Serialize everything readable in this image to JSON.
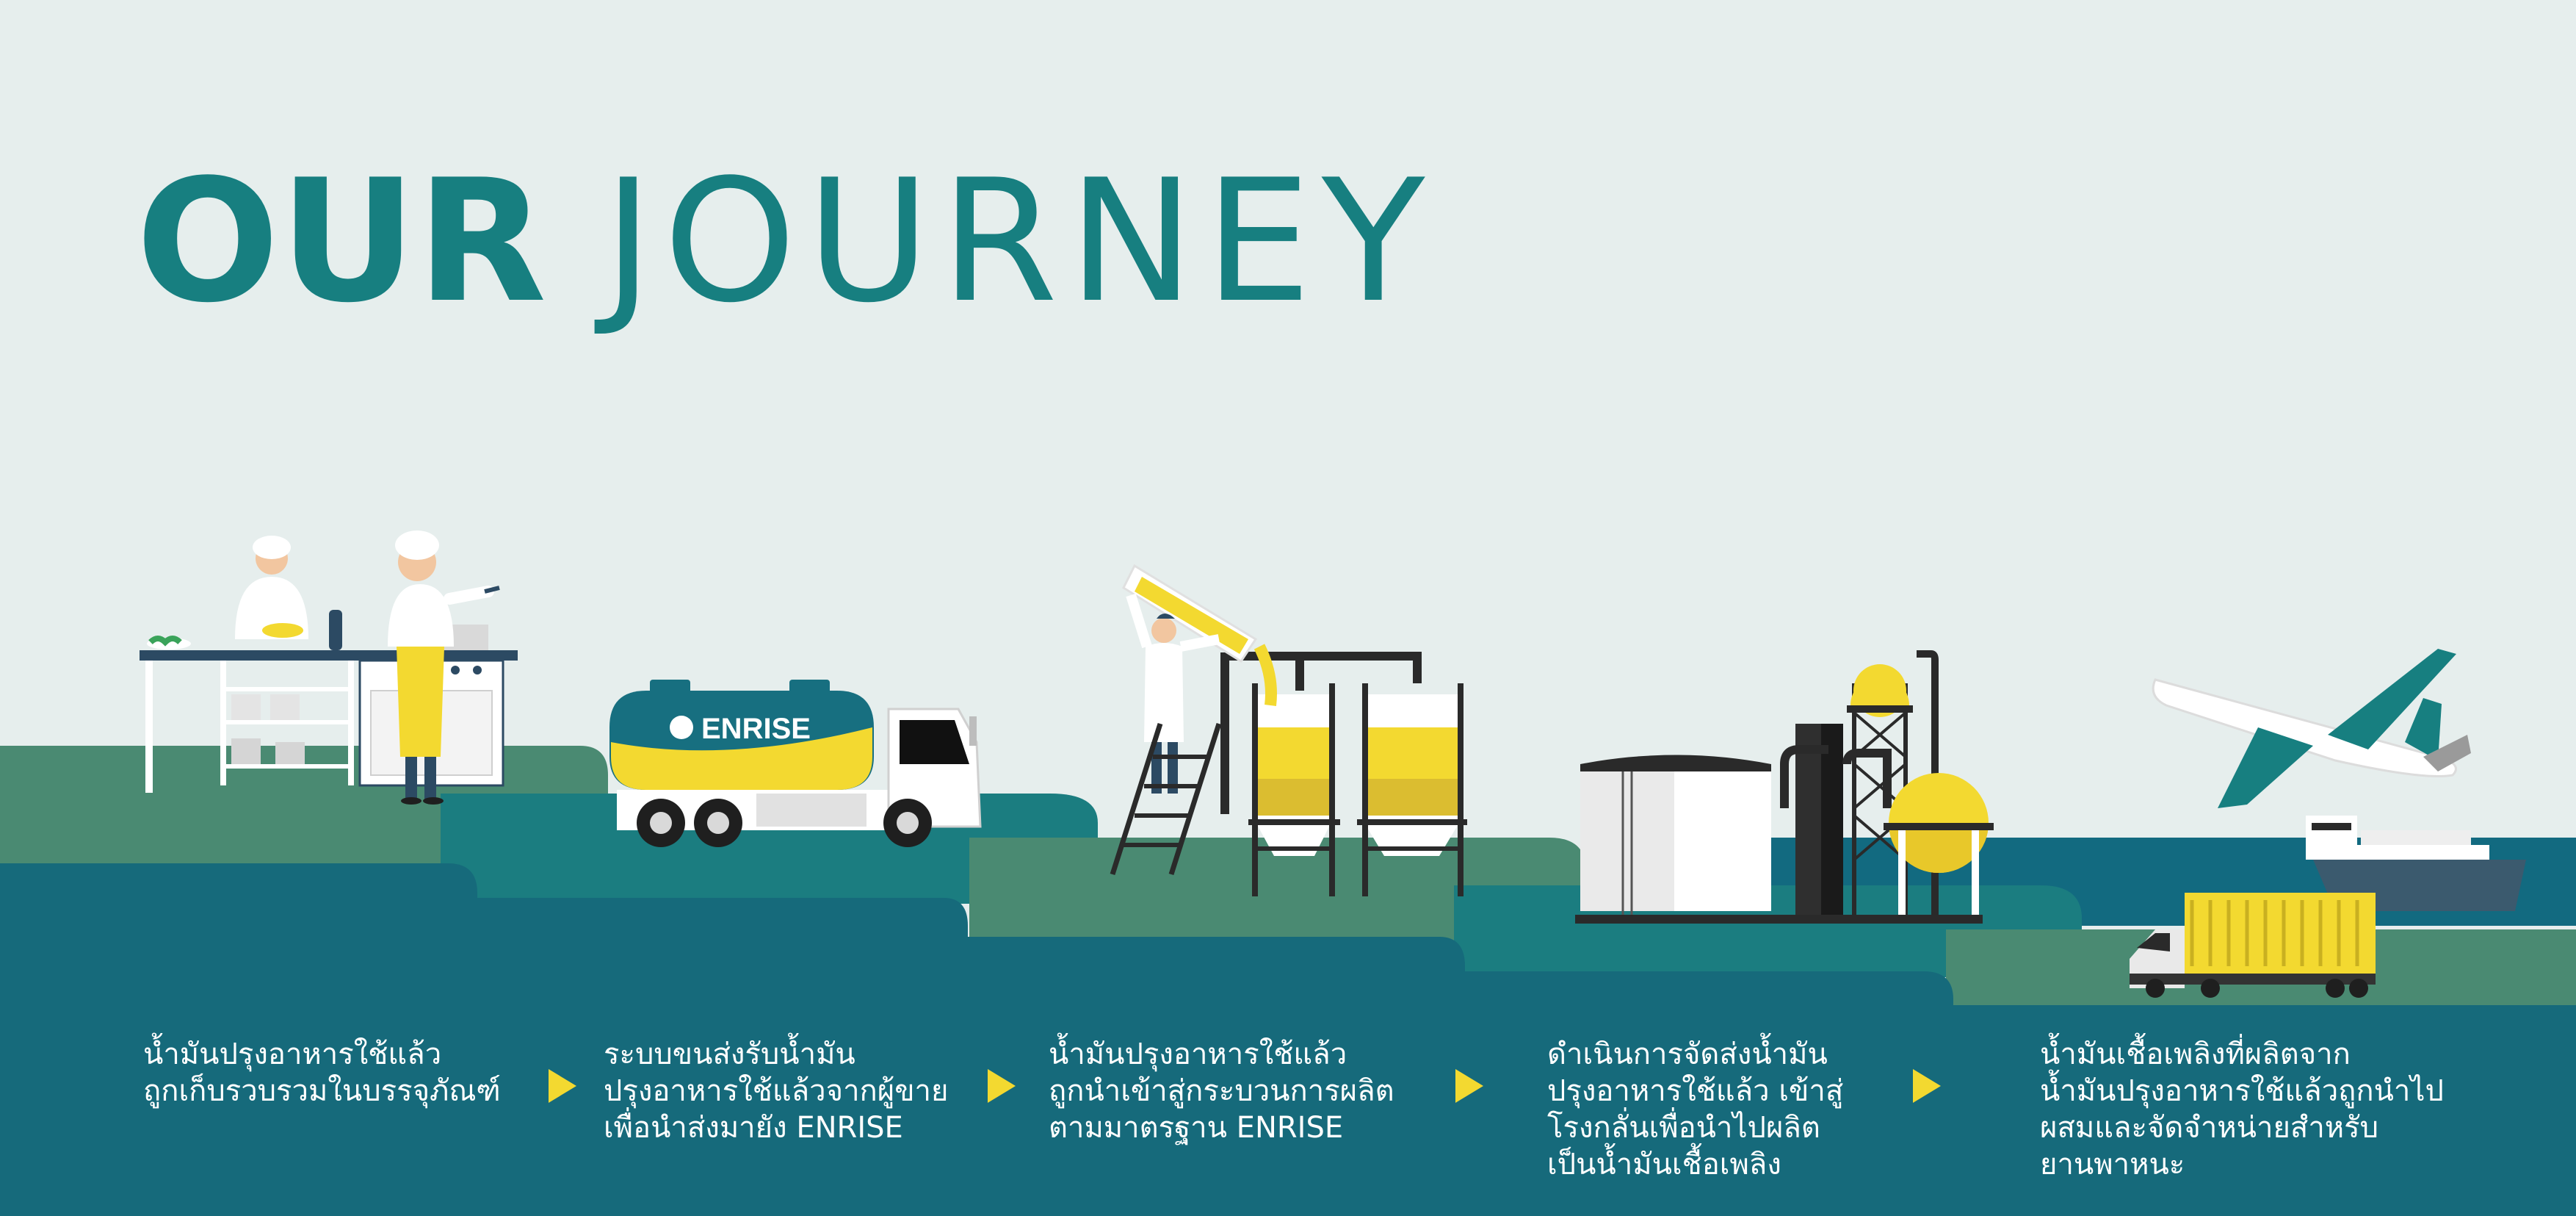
{
  "title": {
    "bold": "OUR",
    "light": "JOURNEY"
  },
  "truck_brand": "ENRISE",
  "steps": [
    {
      "lines": [
        "น้ำมันปรุงอาหารใช้แล้ว",
        "ถูกเก็บรวบรวมในบรรจุภัณฑ์"
      ]
    },
    {
      "lines": [
        "ระบบขนส่งรับน้ำมัน",
        "ปรุงอาหารใช้แล้วจากผู้ขาย",
        "เพื่อนำส่งมายัง ENRISE"
      ]
    },
    {
      "lines": [
        "น้ำมันปรุงอาหารใช้แล้ว",
        "ถูกนำเข้าสู่กระบวนการผลิต",
        "ตามมาตรฐาน ENRISE"
      ]
    },
    {
      "lines": [
        "ดำเนินการจัดส่งน้ำมัน",
        "ปรุงอาหารใช้แล้ว เข้าสู่",
        "โรงกลั่นเพื่อนำไปผลิต",
        "เป็นน้ำมันเชื้อเพลิง"
      ]
    },
    {
      "lines": [
        "น้ำมันเชื้อเพลิงที่ผลิตจาก",
        "น้ำมันปรุงอาหารใช้แล้วถูกนำไป",
        "ผสมและจัดจำหน่ายสำหรับ",
        "ยานพาหนะ"
      ]
    }
  ],
  "colors": {
    "teal": "#177f80",
    "deep_teal": "#166a7b",
    "mid_teal": "#1b7d80",
    "green": "#4a8a72",
    "yellow": "#f3d930",
    "bg": "#e6eeed"
  }
}
